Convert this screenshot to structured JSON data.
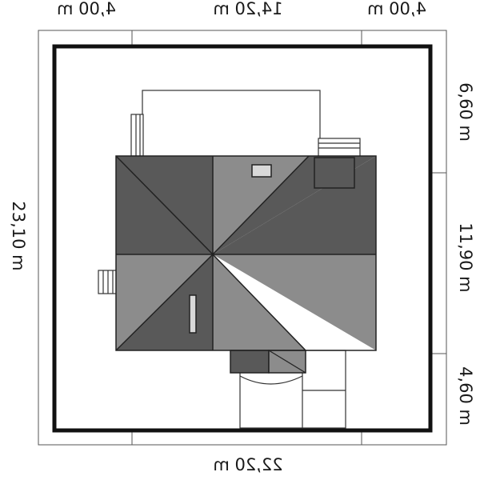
{
  "dimensions": {
    "top_left": "4,00 m",
    "top_center": "14,20 m",
    "top_right": "4,00 m",
    "bottom": "22,20 m",
    "left": "23,10 m",
    "right_top": "6,60 m",
    "right_middle": "11,90 m",
    "right_bottom": "4,60 m"
  },
  "colors": {
    "roof_dark": "#595959",
    "roof_mid": "#8c8c8c",
    "plot_border": "#111111",
    "line": "#222222"
  }
}
